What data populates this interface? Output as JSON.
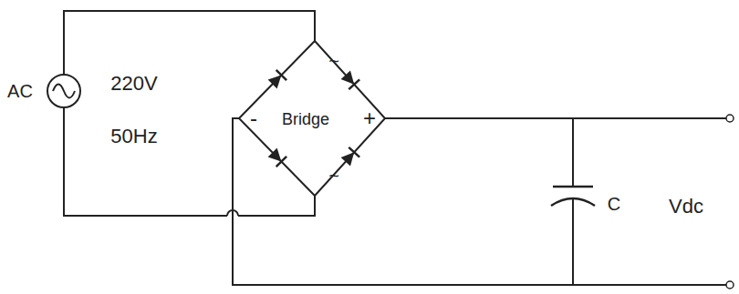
{
  "diagram": {
    "nodes": [
      {
        "text": [
          "~",
          "-",
          "Bridge",
          "+",
          "~"
        ]
      }
    ],
    "labels": [
      "AC",
      "220V",
      "50Hz",
      "C",
      "Vdc"
    ]
  }
}
